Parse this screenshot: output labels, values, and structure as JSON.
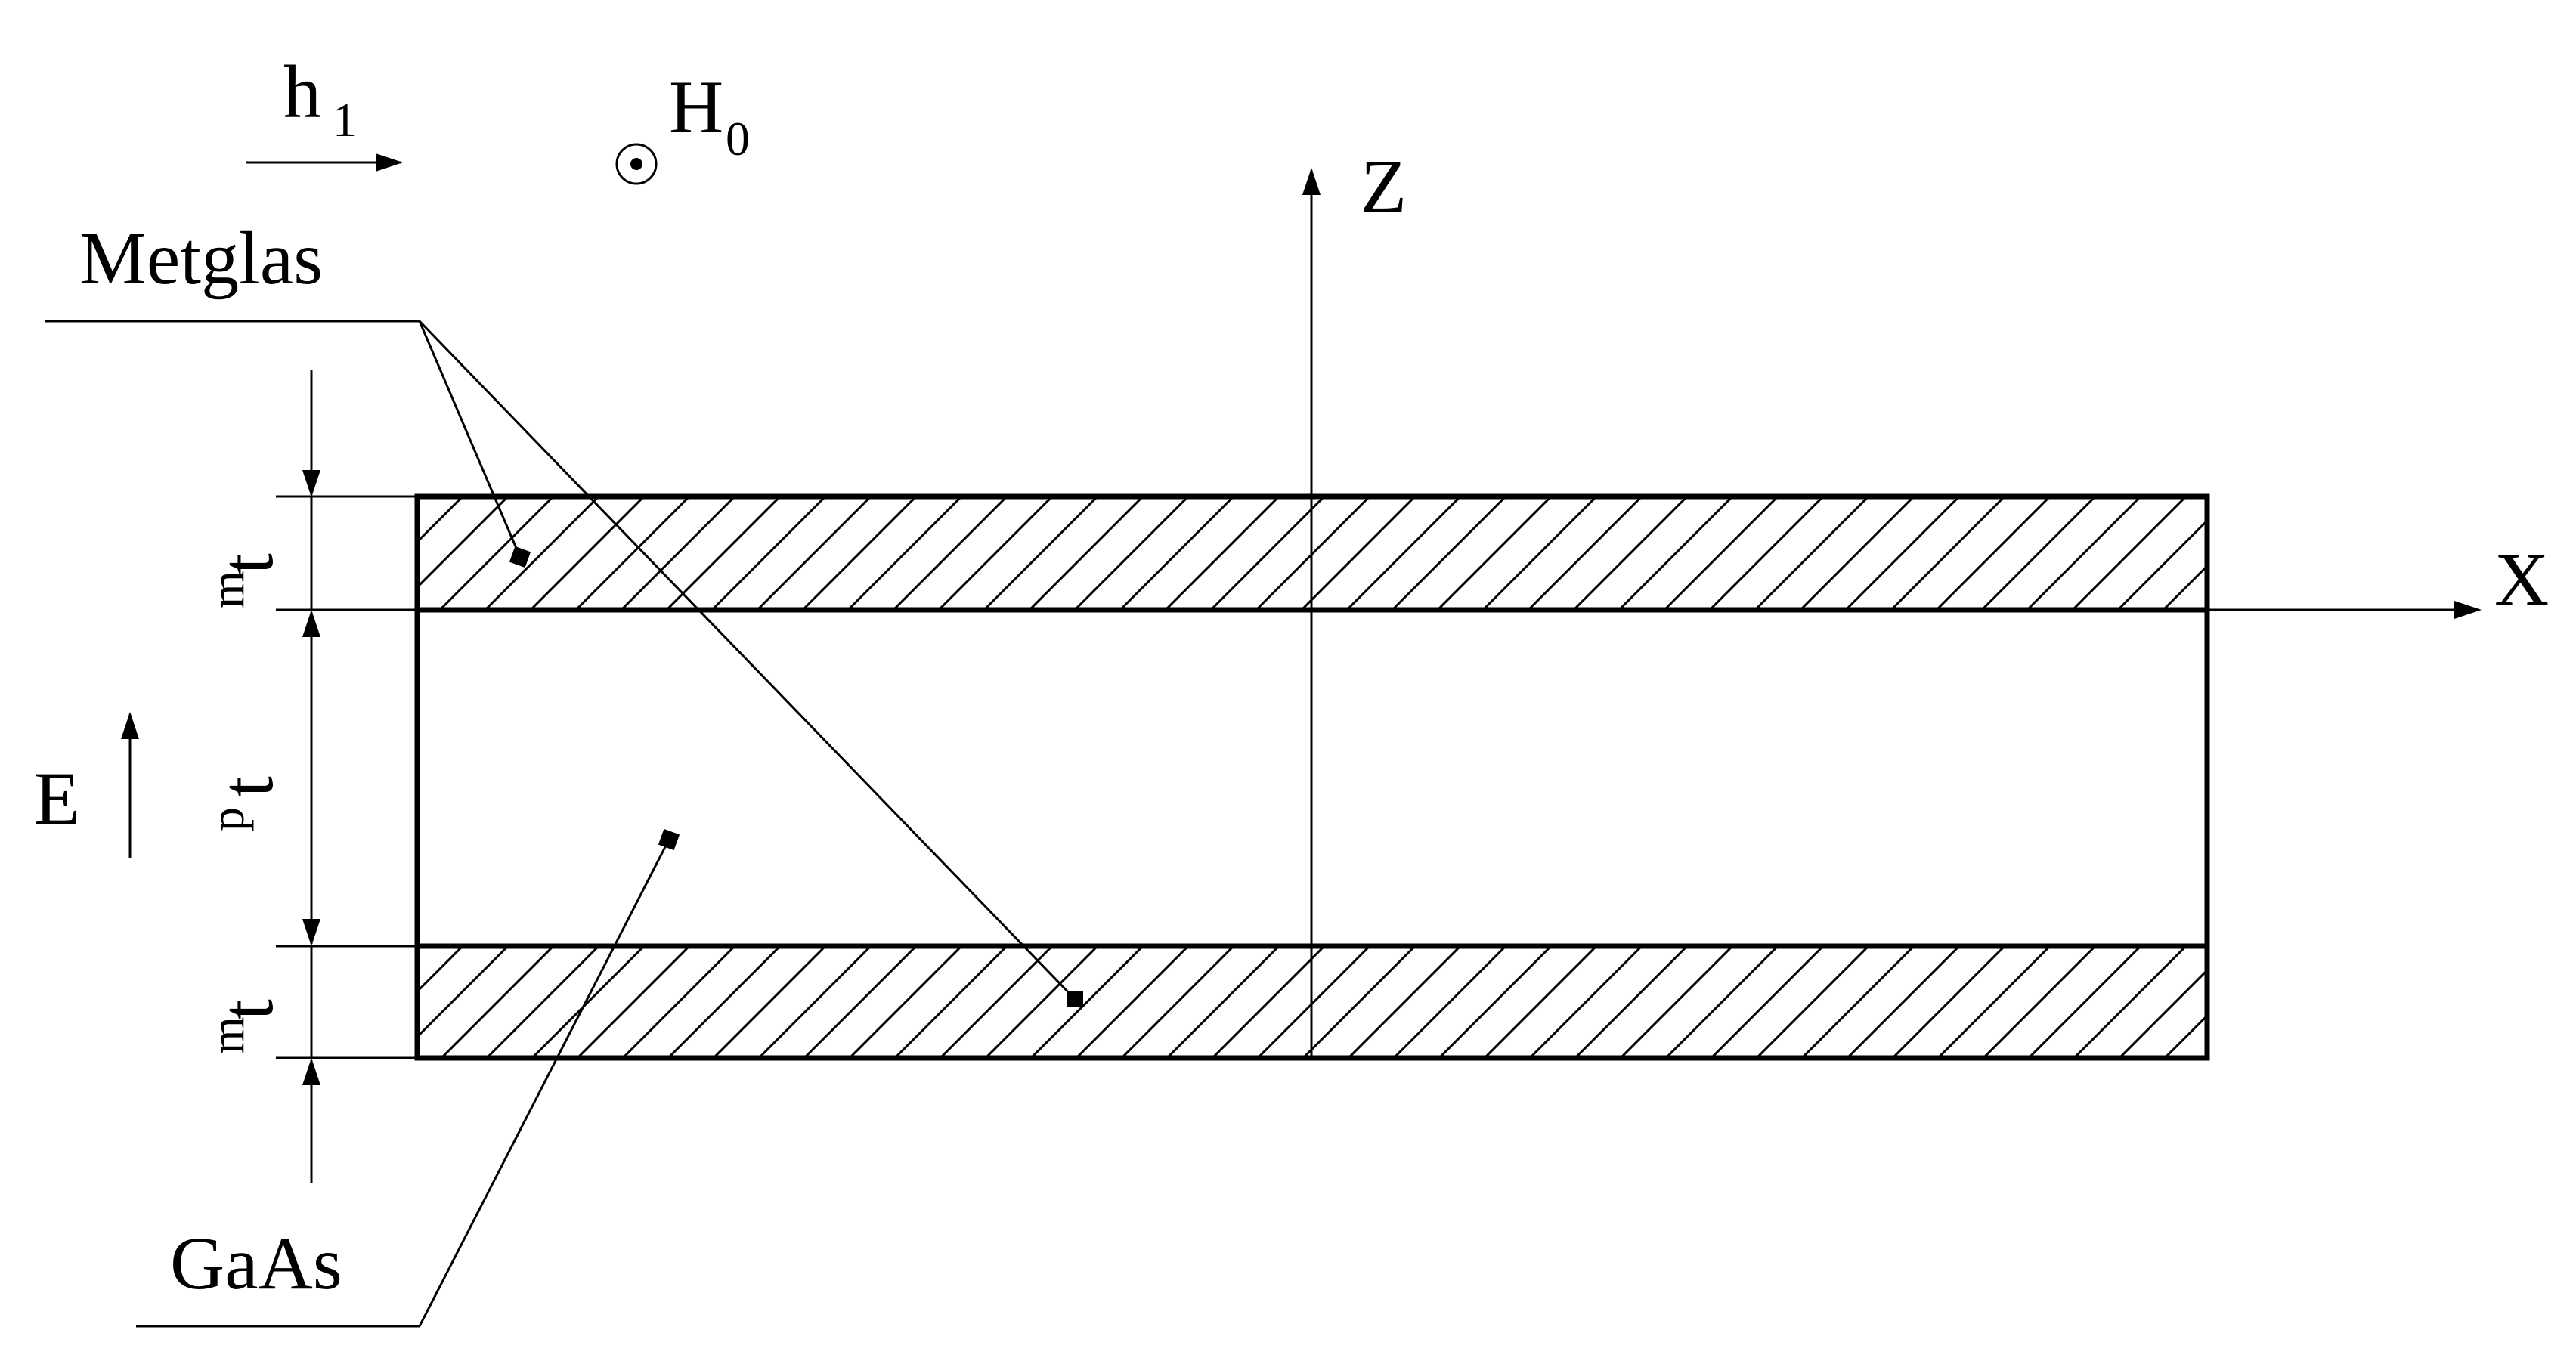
{
  "field_labels": {
    "h_main": "h",
    "h_sub": "1",
    "H_main": "H",
    "H_sub": "0",
    "E": "E"
  },
  "axes": {
    "x_label": "X",
    "z_label": "Z"
  },
  "dimensions": {
    "tm_top_main": "t",
    "tm_top_sub": "m",
    "tp_main": "t",
    "tp_sub": "p",
    "tm_bottom_main": "t",
    "tm_bottom_sub": "m"
  },
  "materials": {
    "metglas": "Metglas",
    "gaas": "GaAs"
  },
  "colors": {
    "line": "#000000",
    "background": "#ffffff"
  }
}
